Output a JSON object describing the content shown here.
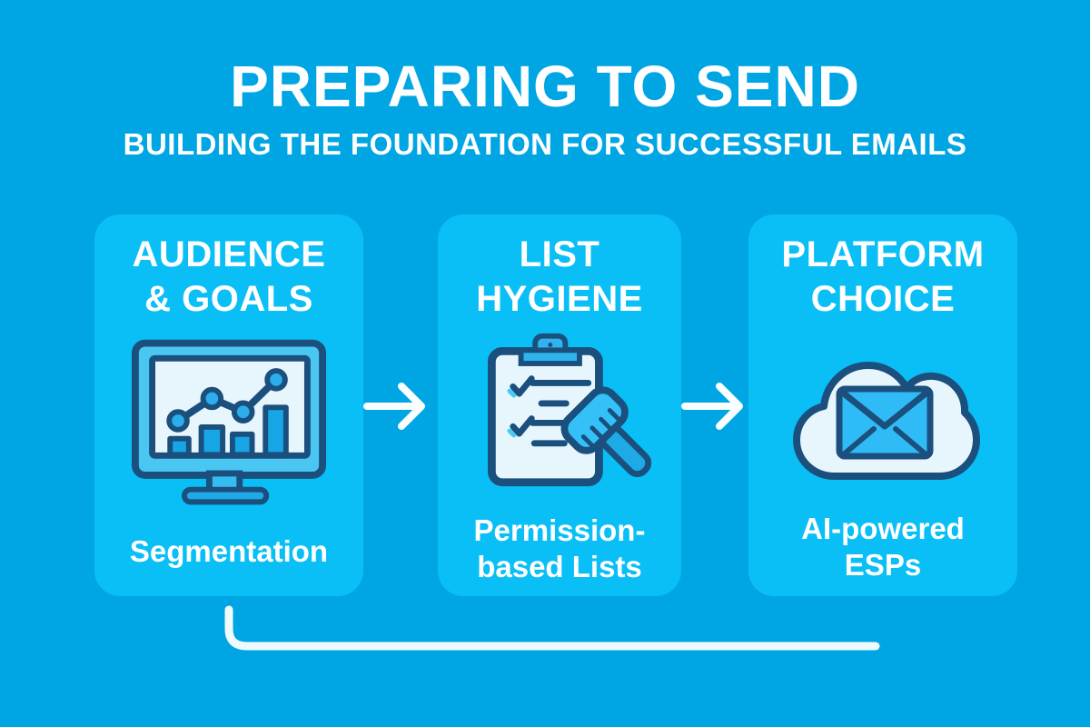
{
  "page": {
    "title": "PREPARING TO SEND",
    "subtitle": "BUILDING THE FOUNDATION FOR SUCCESSFUL EMAILS"
  },
  "colors": {
    "background": "#00A6E4",
    "card_background": "#0ABFF6",
    "icon_outline": "#1B4F7D",
    "icon_pale_fill": "#E7F6FD",
    "icon_mid_blue": "#1FA9E6",
    "icon_bright_blue": "#33C0F8",
    "text": "#FFFFFF"
  },
  "cards": [
    {
      "heading_line1": "AUDIENCE",
      "heading_line2": "& GOALS",
      "icon": "monitor-analytics-icon",
      "label_line1": "Segmentation",
      "label_line2": ""
    },
    {
      "heading_line1": "LIST",
      "heading_line2": "HYGIENE",
      "icon": "clipboard-checklist-brush-icon",
      "label_line1": "Permission-",
      "label_line2": "based Lists"
    },
    {
      "heading_line1": "PLATFORM",
      "heading_line2": "CHOICE",
      "icon": "cloud-email-icon",
      "label_line1": "AI-powered",
      "label_line2": "ESPs"
    }
  ],
  "connectors": {
    "arrow_1": "right-arrow",
    "arrow_2": "right-arrow",
    "return_line": "elbow-connector"
  }
}
